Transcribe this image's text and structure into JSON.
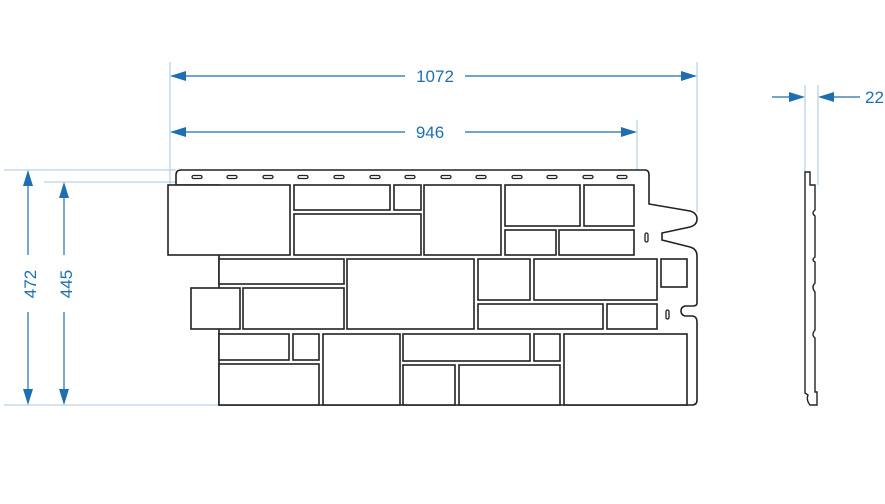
{
  "dimensions": {
    "total_width": "1072",
    "useful_width": "946",
    "total_height": "472",
    "useful_height": "445",
    "thickness": "22"
  },
  "colors": {
    "dimension": "#1f6fb0",
    "extension": "#a9c7e6",
    "outline": "#222222"
  }
}
